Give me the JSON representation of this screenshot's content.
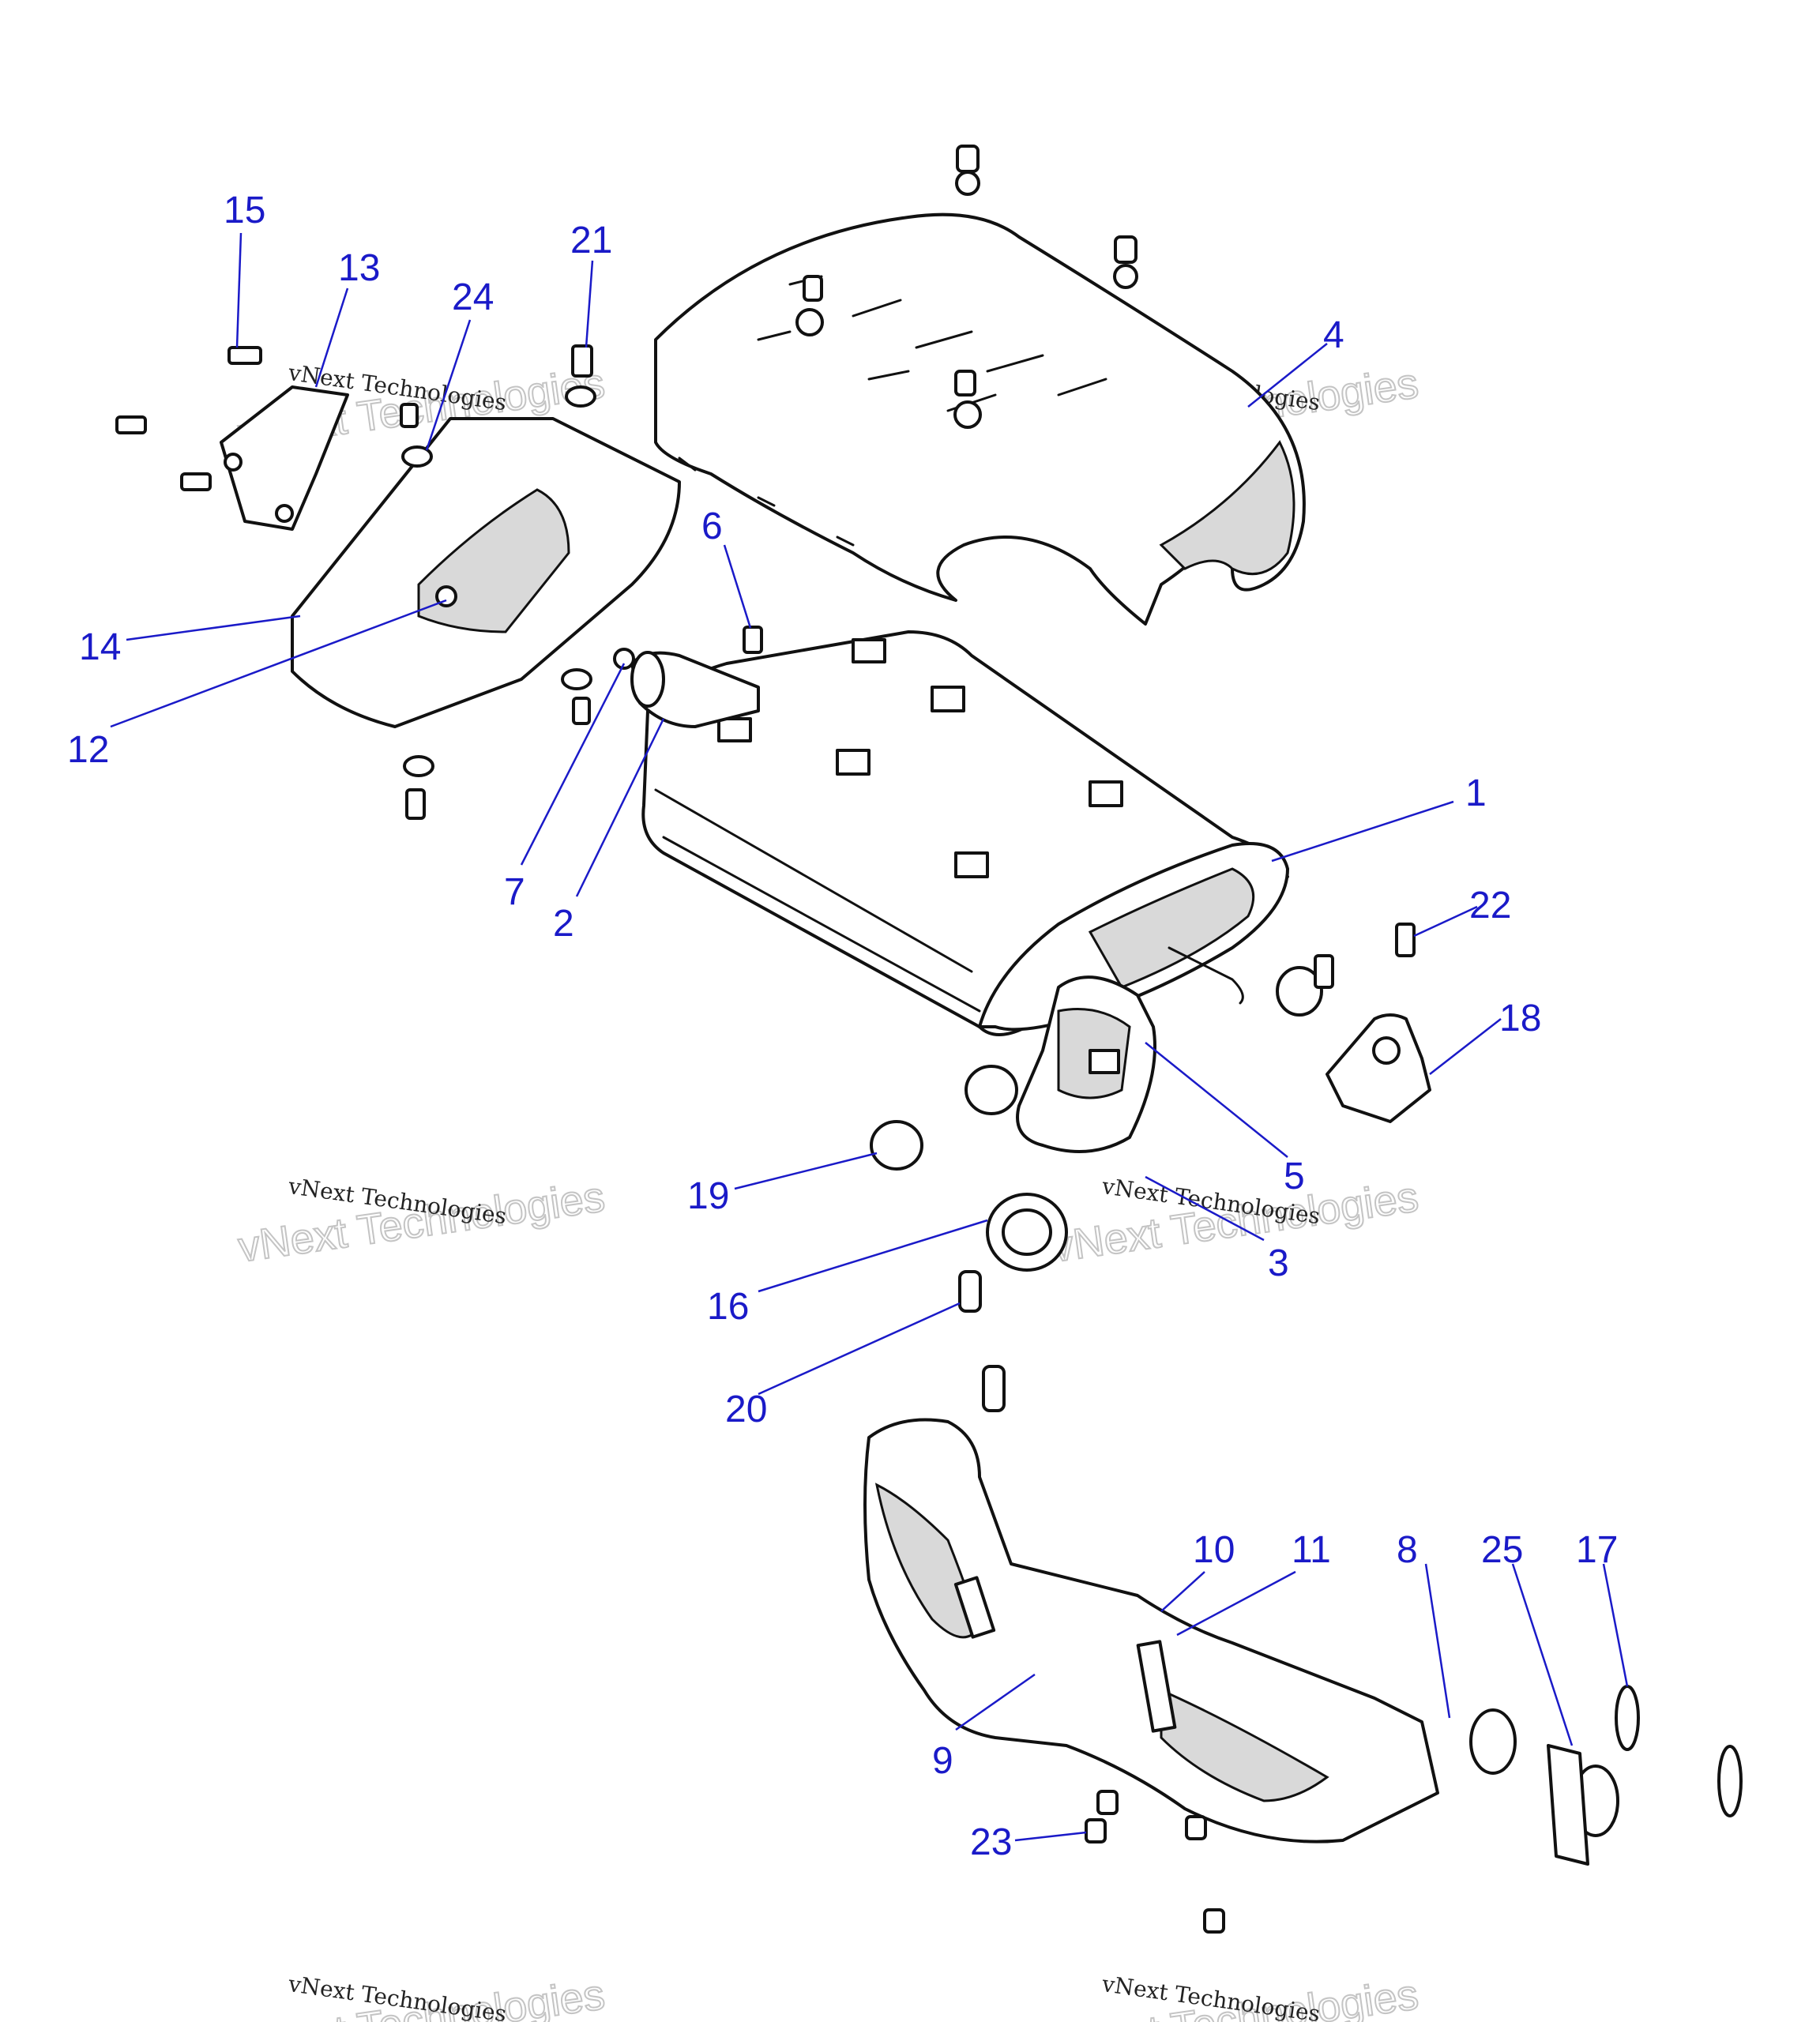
{
  "diagram": {
    "watermark": {
      "line1": "vNext Technologies",
      "line2_outline": "vNext Technologies"
    },
    "callouts": [
      {
        "id": "c1",
        "label": "1"
      },
      {
        "id": "c2",
        "label": "2"
      },
      {
        "id": "c3",
        "label": "3"
      },
      {
        "id": "c4",
        "label": "4"
      },
      {
        "id": "c5",
        "label": "5"
      },
      {
        "id": "c6",
        "label": "6"
      },
      {
        "id": "c7",
        "label": "7"
      },
      {
        "id": "c8",
        "label": "8"
      },
      {
        "id": "c9",
        "label": "9"
      },
      {
        "id": "c10",
        "label": "10"
      },
      {
        "id": "c11",
        "label": "11"
      },
      {
        "id": "c12",
        "label": "12"
      },
      {
        "id": "c13",
        "label": "13"
      },
      {
        "id": "c14",
        "label": "14"
      },
      {
        "id": "c15",
        "label": "15"
      },
      {
        "id": "c16",
        "label": "16"
      },
      {
        "id": "c17",
        "label": "17"
      },
      {
        "id": "c18",
        "label": "18"
      },
      {
        "id": "c19",
        "label": "19"
      },
      {
        "id": "c20",
        "label": "20"
      },
      {
        "id": "c21",
        "label": "21"
      },
      {
        "id": "c22",
        "label": "22"
      },
      {
        "id": "c23",
        "label": "23"
      },
      {
        "id": "c24",
        "label": "24"
      },
      {
        "id": "c25",
        "label": "25"
      }
    ],
    "colors": {
      "callout": "#1a1ac8",
      "line": "#111111",
      "shade": "#d9d9d9"
    }
  }
}
